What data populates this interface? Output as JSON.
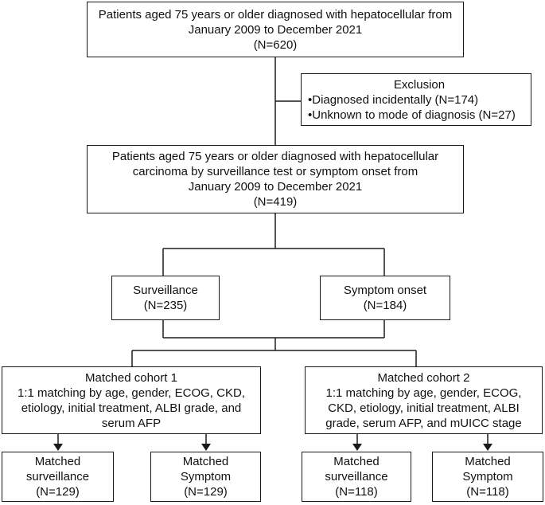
{
  "top_box": {
    "line1": "Patients aged 75 years or older diagnosed with hepatocellular from",
    "line2": "January 2009 to December 2021",
    "line3": "(N=620)"
  },
  "exclusion": {
    "title": "Exclusion",
    "item1": "•Diagnosed incidentally (N=174)",
    "item2": "•Unknown to mode of diagnosis (N=27)"
  },
  "second_box": {
    "line1": "Patients aged 75 years or older diagnosed with hepatocellular",
    "line2": "carcinoma by surveillance test or symptom onset from",
    "line3": "January 2009 to December 2021",
    "line4": "(N=419)"
  },
  "surveillance": {
    "line1": "Surveillance",
    "line2": "(N=235)"
  },
  "symptom_onset": {
    "line1": "Symptom onset",
    "line2": "(N=184)"
  },
  "cohort1": {
    "line1": "Matched cohort 1",
    "line2": "1:1 matching by age, gender, ECOG, CKD,",
    "line3": "etiology, initial treatment, ALBI grade, and",
    "line4": "serum AFP"
  },
  "cohort2": {
    "line1": "Matched cohort 2",
    "line2": "1:1 matching by age, gender, ECOG,",
    "line3": "CKD, etiology, initial treatment, ALBI",
    "line4": "grade, serum AFP, and mUICC stage"
  },
  "m1_surv": {
    "line1": "Matched",
    "line2": "surveillance",
    "line3": "(N=129)"
  },
  "m1_symp": {
    "line1": "Matched",
    "line2": "Symptom",
    "line3": "(N=129)"
  },
  "m2_surv": {
    "line1": "Matched",
    "line2": "surveillance",
    "line3": "(N=118)"
  },
  "m2_symp": {
    "line1": "Matched",
    "line2": "Symptom",
    "line3": "(N=118)"
  }
}
